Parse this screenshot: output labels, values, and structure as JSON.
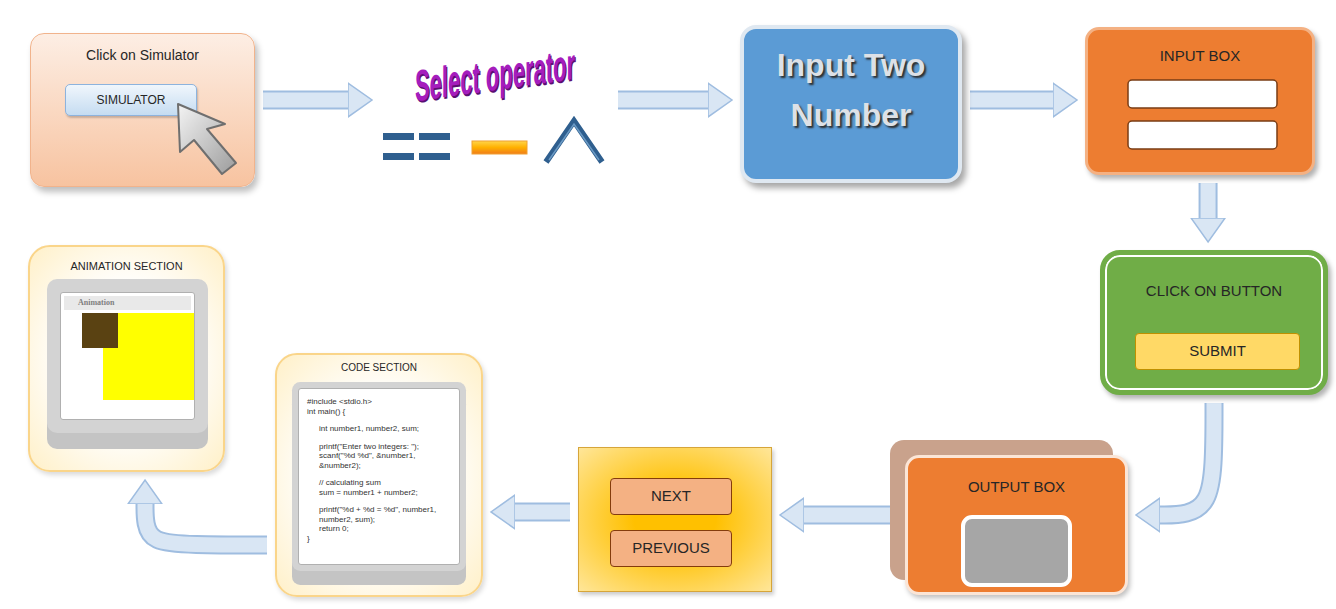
{
  "diagram": {
    "nodes": [
      {
        "text": [
          "Click on Simulator"
        ]
      },
      {
        "text": [
          "SIMULATOR"
        ],
        "in": 0
      },
      {
        "text": [
          "Select operator"
        ]
      },
      {
        "text": [
          "Input Two Number"
        ]
      },
      {
        "text": [
          "INPUT BOX"
        ]
      },
      {
        "text": [
          "CLICK ON BUTTON"
        ]
      },
      {
        "text": [
          "SUBMIT"
        ],
        "in": 5
      },
      {
        "text": [
          "OUTPUT BOX"
        ]
      },
      {
        "text": []
      },
      {
        "text": [
          "NEXT"
        ],
        "in": 8
      },
      {
        "text": [
          "PREVIOUS"
        ],
        "in": 8
      },
      {
        "text": [
          "CODE SECTION"
        ]
      },
      {
        "text": [
          "#include <stdio.h>",
          "int main() {",
          "int number1, number2, sum;",
          "printf(\"Enter two integers: \");",
          "scanf(\"%d %d\", &number1, &number2);",
          "// calculating sum",
          "sum = number1 + number2;",
          "printf(\"%d + %d = %d\", number1, number2, sum);",
          "return 0;",
          "}"
        ],
        "in": 11
      },
      {
        "text": [
          "ANIMATION SECTION"
        ]
      },
      {
        "text": [
          "Animation"
        ],
        "in": 13
      }
    ],
    "edges": [
      {
        "from": 0,
        "to": 2,
        "arrow": "to"
      },
      {
        "from": 2,
        "to": 3,
        "arrow": "to"
      },
      {
        "from": 3,
        "to": 4,
        "arrow": "to"
      },
      {
        "from": 4,
        "to": 5,
        "arrow": "to"
      },
      {
        "from": 5,
        "to": 7,
        "arrow": "to"
      },
      {
        "from": 7,
        "to": 8,
        "arrow": "to"
      },
      {
        "from": 8,
        "to": 11,
        "arrow": "to"
      },
      {
        "from": 11,
        "to": 13,
        "arrow": "to"
      }
    ]
  }
}
